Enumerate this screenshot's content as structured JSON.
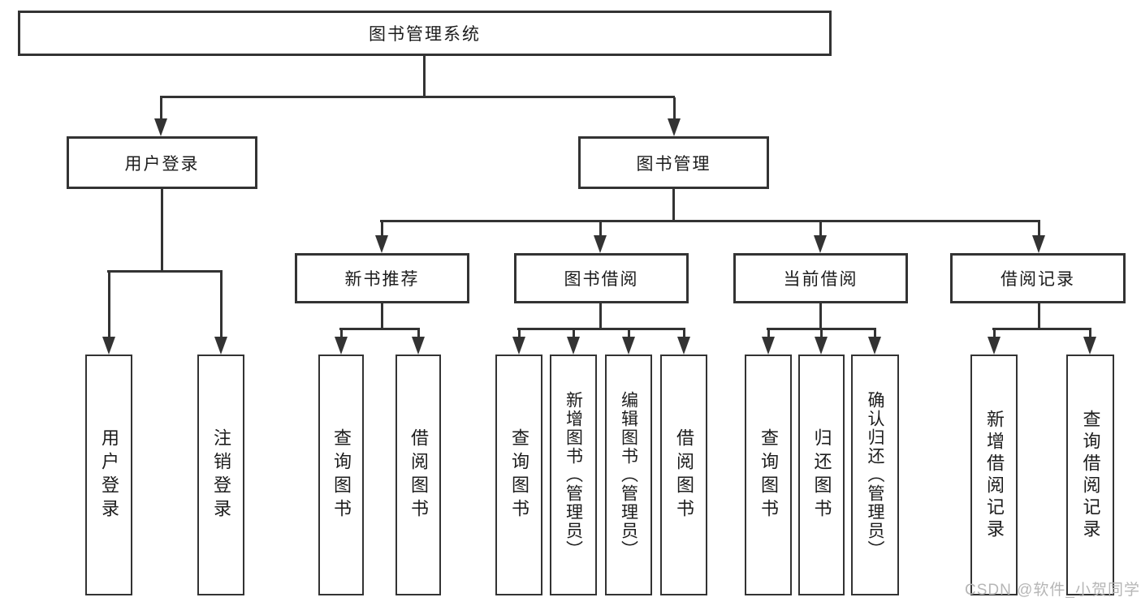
{
  "diagram": {
    "root": {
      "label": "图书管理系统"
    },
    "branches": [
      {
        "label": "用户登录",
        "children": [
          {
            "label": "用户登录"
          },
          {
            "label": "注销登录"
          }
        ]
      },
      {
        "label": "图书管理",
        "children": [
          {
            "label": "新书推荐",
            "children": [
              {
                "label": "查询图书"
              },
              {
                "label": "借阅图书"
              }
            ]
          },
          {
            "label": "图书借阅",
            "children": [
              {
                "label": "查询图书"
              },
              {
                "label": "新增图书（管理员）"
              },
              {
                "label": "编辑图书（管理员）"
              },
              {
                "label": "借阅图书"
              }
            ]
          },
          {
            "label": "当前借阅",
            "children": [
              {
                "label": "查询图书"
              },
              {
                "label": "归还图书"
              },
              {
                "label": "确认归还（管理员）"
              }
            ]
          },
          {
            "label": "借阅记录",
            "children": [
              {
                "label": "新增借阅记录"
              },
              {
                "label": "查询借阅记录"
              }
            ]
          }
        ]
      }
    ]
  },
  "watermark": {
    "text": "CSDN @软件_小贺同学"
  },
  "colors": {
    "line": "#333333",
    "text": "#1c1c1c",
    "watermark": "#b6b6b6",
    "background": "#ffffff"
  }
}
